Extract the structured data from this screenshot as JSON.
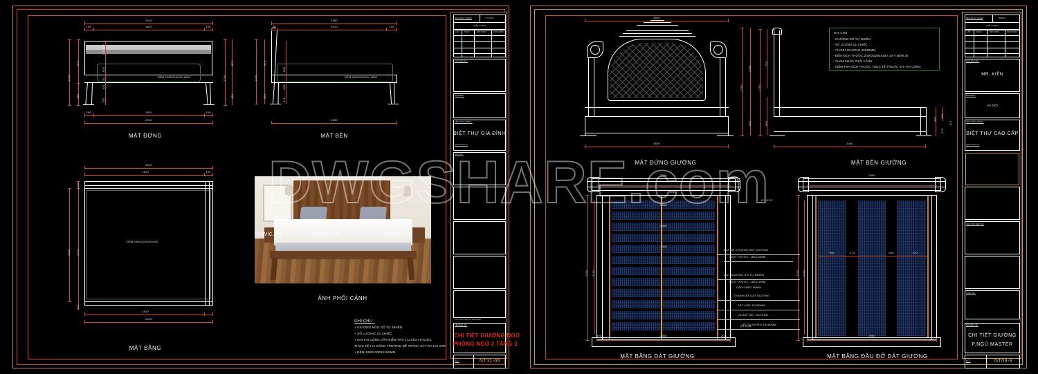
{
  "sheet_left": {
    "frame_color": "#c87e2a",
    "views": [
      {
        "label": "MẶT ĐỨNG"
      },
      {
        "label": "MẶT BÊN"
      },
      {
        "label": "MẶT BẰNG"
      },
      {
        "label": "ẢNH PHỐI CẢNH"
      }
    ],
    "mattress_label_front": "ĐỆM 1800X2000X 1500",
    "mattress_label_side": "ĐỆM 1800X2000X 1500",
    "mattress_label_plan": "ĐỆM 1800X2000X1500",
    "dims_front": {
      "top_overall": "2010",
      "top_inner": "1810",
      "top_left": "100",
      "top_right": "100",
      "bottom_overall": "2010",
      "bottom_inner": "1810",
      "bottom_left": "100",
      "bottom_right": "100",
      "left_total": "1240",
      "left_upper": "870",
      "left_lower": "480",
      "right_total": "1240",
      "right_upper": "870",
      "right_lower": "480",
      "inner_a": "50",
      "inner_b": "120",
      "inner_c": "620",
      "inner_d": "40",
      "inner_e": "100",
      "inner_f": "270"
    },
    "dims_side": {
      "top_overall": "2260",
      "top_inner": "2010",
      "top_left": "30",
      "top_right": "120",
      "bottom_overall": "2260",
      "left_total": "1240",
      "left_upper": "870",
      "left_lower": "480",
      "inner_c": "620",
      "inner_e": "100",
      "inner_f": "270"
    },
    "dims_plan": {
      "top_overall": "2010",
      "top_inner": "1810",
      "top_left": "100",
      "bottom_overall": "2010",
      "bottom_inner": "1810",
      "left_top": "100",
      "left_mid": "2240",
      "left_mid2": "2270",
      "left_bot": "270"
    },
    "notes": {
      "title": "GHI CHÚ :",
      "lines": [
        "+ GIƯỜNG NGỦ GỖ TỰ NHIÊN",
        "+ SỐ LƯỢNG: 01 CHIẾC",
        "+ KHI THI CÔNG CẦN KIỂM TRA LẠI KÍCH THƯỚC",
        "THỰC TẾ TẠI CÔNG TRƯỜNG ĐỂ TRÁNH SẢY RA SAI SÓT",
        "+ ĐỆM  1800X2000X150MM"
      ]
    },
    "titleblock": {
      "header_left": "BẢN VẼ KỸ THUẬT",
      "header_right": "/ 10 /2021",
      "subheader": "HIỆU CHỈNH",
      "cols": [
        "LẦN",
        "NGÀY",
        "NỘI DUNG",
        "XÁC NHẬN"
      ],
      "owner_label": "CHỦ ĐẦU TƯ :",
      "owner_value": "",
      "address_label": "ĐỊA ĐIỂM :",
      "address_value": "",
      "project_label": "TÊN CÔNG TRÌNH :",
      "project_value": "BIỆT THỰ GIA ĐÌNH",
      "website": "www.vinavic.vn",
      "checker_label": "CHỦ TRÌ :",
      "designer_label": "THIẾT KẾ :",
      "designer_value": "KTS. NGUYỄN THỊ PHƯỢNG",
      "drawing_label": "TÊN BẢN VẼ :",
      "drawing_title_1": "CHI TIẾT GIƯỜNG NGỦ",
      "drawing_title_2": "PHÒNG NGỦ 3 TẦNG 2",
      "sheet_label": "SỐ :",
      "sheet_code": "NT11-06"
    }
  },
  "sheet_right": {
    "frame_color": "#c9a227",
    "views": [
      {
        "label": "MẶT ĐỨNG GIƯỜNG"
      },
      {
        "label": "MẶT BÊN  GIƯỜNG"
      },
      {
        "label": "MẶT BẰNG DÁT GIƯỜNG"
      },
      {
        "label": "MẶT BẰNG ĐẦU ĐỠ DÁT GIƯỜNG"
      }
    ],
    "green_note": {
      "title": "GHI CHÚ",
      "lines": [
        "- GIƯỜNG GỖ TỰ NHIÊN",
        "- SỐ LƯỢNG:01 CHIẾC",
        "- THANH GIƯỜNG 40X60MM",
        "- ĐỆM KÍCH THƯỚC:2000X2200X300, DÀY ĐỆM  30",
        "- THAM KHẢO PHỐI CẢNH",
        "- KIỂM TRA KÍCH THƯỚC THỰC TẾ TRƯỚC KHI THI CÔNG"
      ]
    },
    "callouts": [
      "ĐAI ĐỠ CỐ ĐỊNH DÁT GIƯỜNG",
      "KÍCH THƯỚC: 18X120MM",
      "DÁT GIƯỜNG GỖ TỰ NHIÊN",
      "KÍCH THƯỚC: 18X120MM",
      "CÁCH ĐỀU 60MM",
      "THANH ĐỠ DÁT GIƯỜNG",
      "SẮT HỘP 40X80MM",
      "VAI ĐỠ DÁT GIƯỜNG",
      "GỖ TỰ NHIÊN 40X80MM"
    ],
    "corner_labels": [
      "KÝ GỐC",
      "KÝ GỐC"
    ],
    "dims_front": {
      "top_overall": "2600",
      "bottom_overall": "2600",
      "right_total": "1750",
      "right_upper": "1090",
      "right_lower": "660",
      "right_inner": "600"
    },
    "dims_side": {
      "top_overall": "2440",
      "right_total": "1750",
      "right_upper": "750",
      "right_lower": "660",
      "sub_a": "360",
      "sub_b": "190",
      "sub_c": "270",
      "sub_d": "170"
    },
    "dims_plan": {
      "top_overall": "2300",
      "bottom_overall": "2000",
      "bottom_inner": "2000",
      "left_total": "2400",
      "left_inner": "2200",
      "inner_1": "2000",
      "inner_2": "2000",
      "inner_3": "1500",
      "edge_a": "300",
      "edge_b": "200"
    },
    "dims_plan2": {
      "top_overall": "2300",
      "bottom_overall": "2000",
      "left_total": "2400",
      "left_inner": "2200",
      "cols": [
        "940",
        "170",
        "940",
        "170"
      ]
    },
    "titleblock": {
      "header_left": "BẢN VẼ KỸ THUẬT",
      "header_right": "08/2021",
      "subheader": "HIỆU CHỈNH",
      "cols": [
        "LẦN",
        "NGÀY",
        "NỘI DUNG",
        "XÁC NHẬN"
      ],
      "owner_label": "CHỦ ĐẦU TƯ :",
      "owner_value": "MR. KIÊN",
      "address_label": "ĐỊA ĐIỂM :",
      "address_value": "HÀ NỘI",
      "project_label": "TÊN CÔNG TRÌNH :",
      "project_value": "BIỆT THỰ CAO CẤP",
      "website": "www.vinavic.vn",
      "approve_label": "CHỦ TRÌ THIẾT KẾ :",
      "designer_label": "THIẾT KẾ :",
      "drawing_label": "TÊN BẢN VẼ :",
      "drawing_title_1": "CHI TIẾT GIƯỜNG",
      "drawing_title_2": "P.NGỦ MASTER",
      "sheet_label": "SỐ :",
      "sheet_code": "NT09-8"
    }
  },
  "watermark": {
    "text": "DWGSHARE.com"
  },
  "photo": {
    "watermarks": [
      "vinavic.vn",
      "vinavic.vn",
      "vinavic.vn"
    ],
    "caption": "ẢNH PHỐI CẢNH"
  },
  "colors": {
    "background": "#000000",
    "frame_orange": "#c87e2a",
    "frame_red": "#d94a16",
    "frame_yellow": "#c9a227",
    "line_white": "#ffffff",
    "note_green": "#3f7c3f",
    "title_red": "#e02a12",
    "code_gold": "#d9b24a",
    "hatch_blue": "#253a66"
  }
}
